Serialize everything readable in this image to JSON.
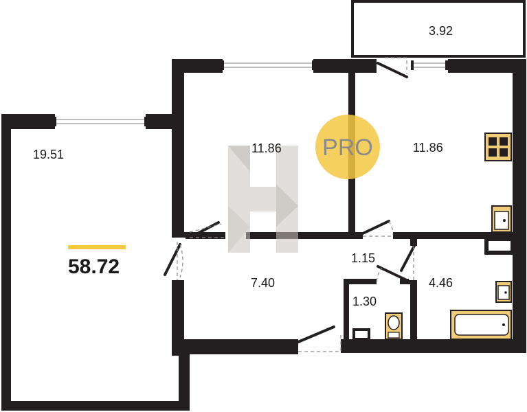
{
  "plan": {
    "total_area": "58.72",
    "rooms": [
      {
        "id": "living-room",
        "area": "19.51"
      },
      {
        "id": "bedroom",
        "area": "11.86"
      },
      {
        "id": "kitchen",
        "area": "11.86"
      },
      {
        "id": "balcony",
        "area": "3.92"
      },
      {
        "id": "hallway",
        "area": "7.40"
      },
      {
        "id": "corridor",
        "area": "1.15"
      },
      {
        "id": "toilet",
        "area": "1.30"
      },
      {
        "id": "bathroom",
        "area": "4.46"
      }
    ],
    "badge": "PRO"
  },
  "colors": {
    "wall": "#231f20",
    "accent": "#f5c842",
    "fixture": "#f0cc79",
    "watermark": "#c9c4bf"
  }
}
